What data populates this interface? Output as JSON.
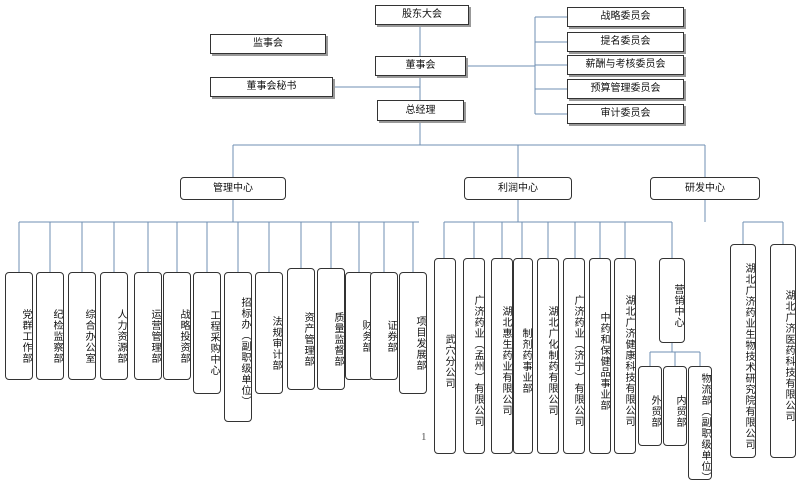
{
  "nodes": {
    "shareholders": "股东大会",
    "supervisors": "监事会",
    "board": "董事会",
    "secretary": "董事会秘书",
    "gm": "总经理",
    "strategy_committee": "战略委员会",
    "nomination_committee": "提名委员会",
    "remuneration_committee": "薪酬与考核委员会",
    "budget_committee": "预算管理委员会",
    "audit_committee": "审计委员会",
    "management_center": "管理中心",
    "profit_center": "利润中心",
    "rd_center": "研发中心",
    "sales_center": "营销中心"
  },
  "management_departments": [
    "党群工作部",
    "纪检监察部",
    "综合办公室",
    "人力资源部",
    "运营管理部",
    "战略投资部",
    "工程采购中心",
    "招标办（副职级单位）",
    "法规审计部",
    "资产管理部",
    "质量监督部",
    "财务部",
    "证券部",
    "项目发展部"
  ],
  "profit_units": [
    "武穴分公司",
    "广济药业（孟州）有限公司",
    "湖北惠生药业有限公司",
    "制剂药事业部",
    "湖北广化制药有限公司",
    "广济药业（济宁）有限公司",
    "中药和保健品事业部",
    "湖北广济健康科技有限公司"
  ],
  "sales_departments": [
    "外贸部",
    "内贸部",
    "物流部（副职级单位）"
  ],
  "rd_units": [
    "湖北广济药业生物技术研究院有限公司",
    "湖北广济医药科技有限公司"
  ],
  "page_number": "1"
}
